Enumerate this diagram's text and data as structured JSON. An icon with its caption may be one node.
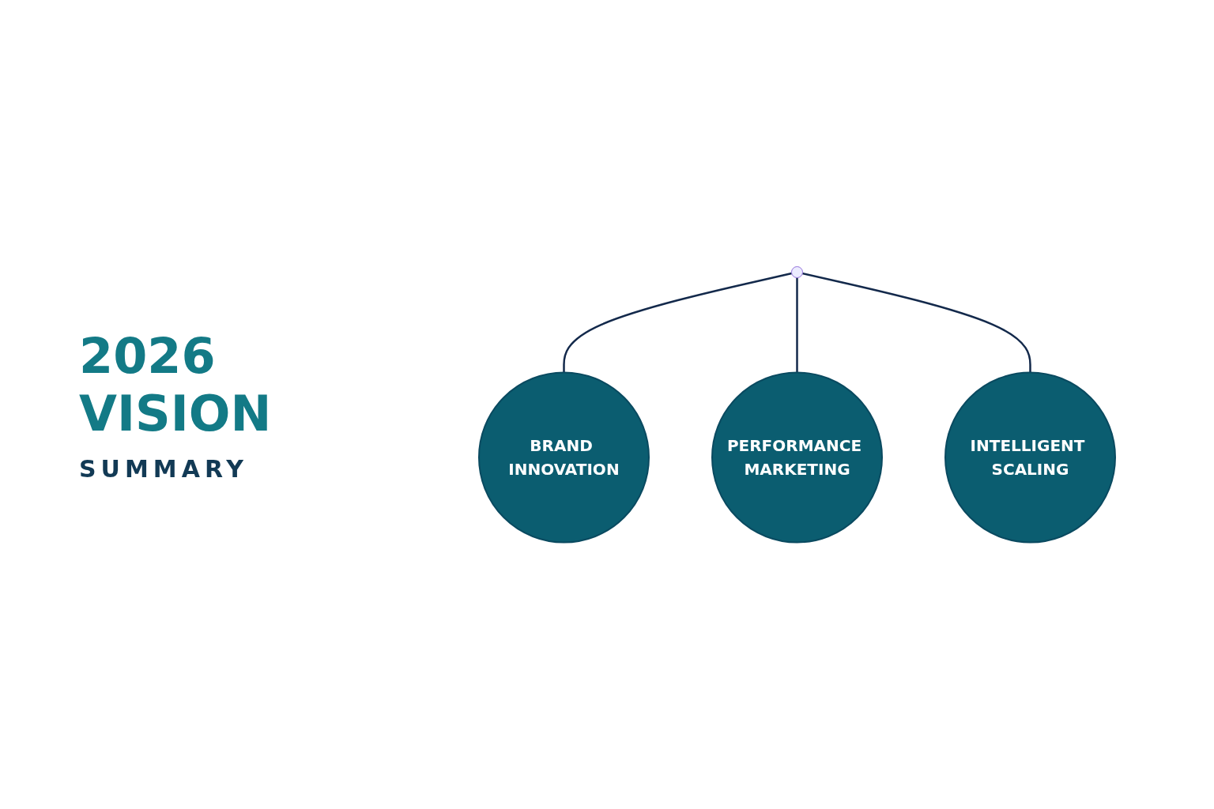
{
  "diagram": {
    "title": "2026 VISION",
    "nodes": [
      {
        "text": [
          "BRAND INNOVATION"
        ]
      },
      {
        "text": [
          "PERFORMANCE MARKETING"
        ]
      },
      {
        "text": [
          "INTELLIGENT SCALING"
        ]
      }
    ],
    "edges": [
      {
        "from": null,
        "to": 0,
        "arrow": "none"
      },
      {
        "from": null,
        "to": 1,
        "arrow": "none"
      },
      {
        "from": null,
        "to": 2,
        "arrow": "none"
      }
    ],
    "labels": [
      "SUMMARY"
    ]
  }
}
